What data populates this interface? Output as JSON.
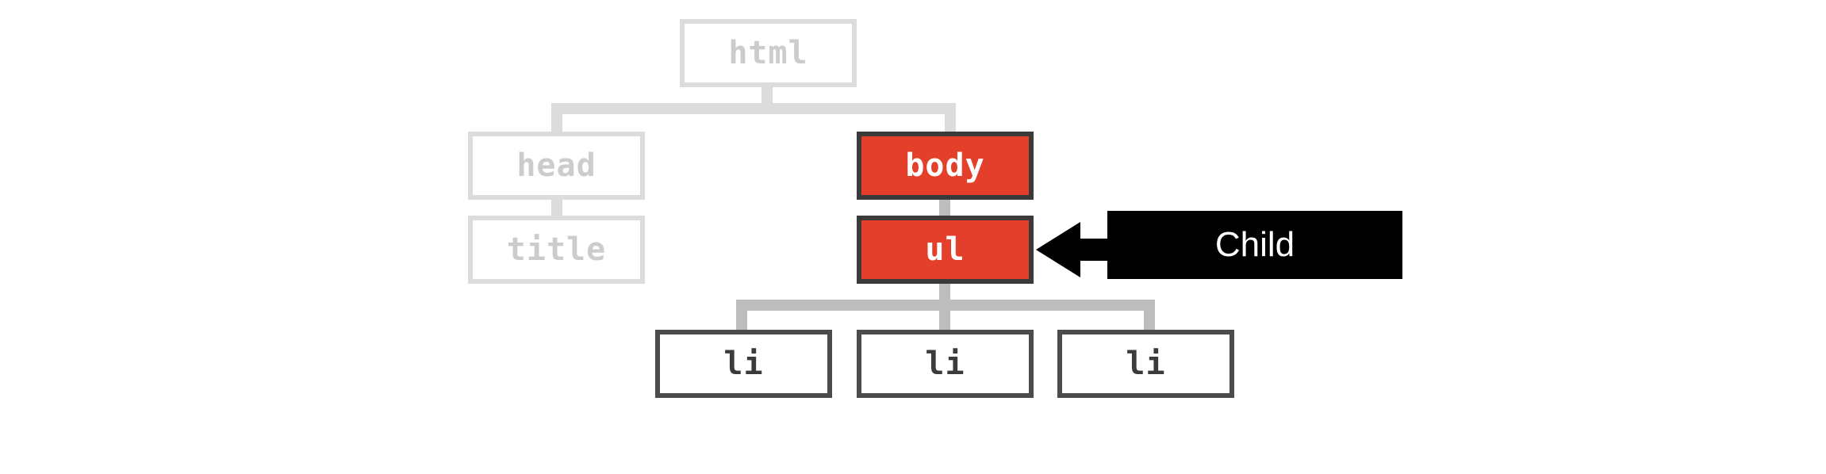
{
  "diagram": {
    "nodes": {
      "html": {
        "label": "html",
        "state": "faded"
      },
      "head": {
        "label": "head",
        "state": "faded"
      },
      "title": {
        "label": "title",
        "state": "faded"
      },
      "body": {
        "label": "body",
        "state": "highlighted"
      },
      "ul": {
        "label": "ul",
        "state": "highlighted"
      },
      "li_1": {
        "label": "li",
        "state": "normal"
      },
      "li_2": {
        "label": "li",
        "state": "normal"
      },
      "li_3": {
        "label": "li",
        "state": "normal"
      }
    },
    "edges": [
      [
        "html",
        "head"
      ],
      [
        "html",
        "body"
      ],
      [
        "head",
        "title"
      ],
      [
        "body",
        "ul"
      ],
      [
        "ul",
        "li_1"
      ],
      [
        "ul",
        "li_2"
      ],
      [
        "ul",
        "li_3"
      ]
    ],
    "callout": {
      "label": "Child",
      "target": "ul"
    },
    "colors": {
      "highlight": "#e33f2a",
      "faded": "#d9d9d9",
      "connector": "#c3c3c3",
      "leaf_border": "#4b4b4b",
      "callout": "#000000"
    }
  }
}
